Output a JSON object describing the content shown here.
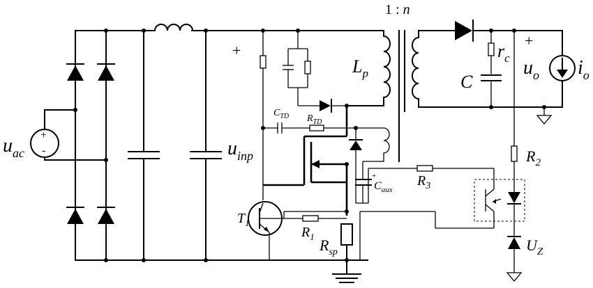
{
  "labels": {
    "ratio": "1 : n",
    "u_ac_main": "u",
    "u_ac_sub": "ac",
    "u_inp_main": "u",
    "u_inp_sub": "inp",
    "L_p_main": "L",
    "L_p_sub": "p",
    "r_c_main": "r",
    "r_c_sub": "c",
    "C_out": "C",
    "u_o_main": "u",
    "u_o_sub": "o",
    "i_o_main": "i",
    "i_o_sub": "o",
    "C_TD_main": "C",
    "C_TD_sub": "TD",
    "R_TD_main": "R",
    "R_TD_sub": "TD",
    "C_aux_main": "C",
    "C_aux_sub": "aux",
    "R3_main": "R",
    "R3_sub": "3",
    "R2_main": "R",
    "R2_sub": "2",
    "T1_main": "T",
    "T1_sub": "1",
    "R1_main": "R",
    "R1_sub": "1",
    "R_sp_main": "R",
    "R_sp_sub": "sp",
    "U_z_main": "U",
    "U_z_sub": "Z",
    "plus_inp": "+",
    "plus_out": "+",
    "plus_src": "+",
    "minus_src": "-",
    "plus_aux": "+"
  }
}
